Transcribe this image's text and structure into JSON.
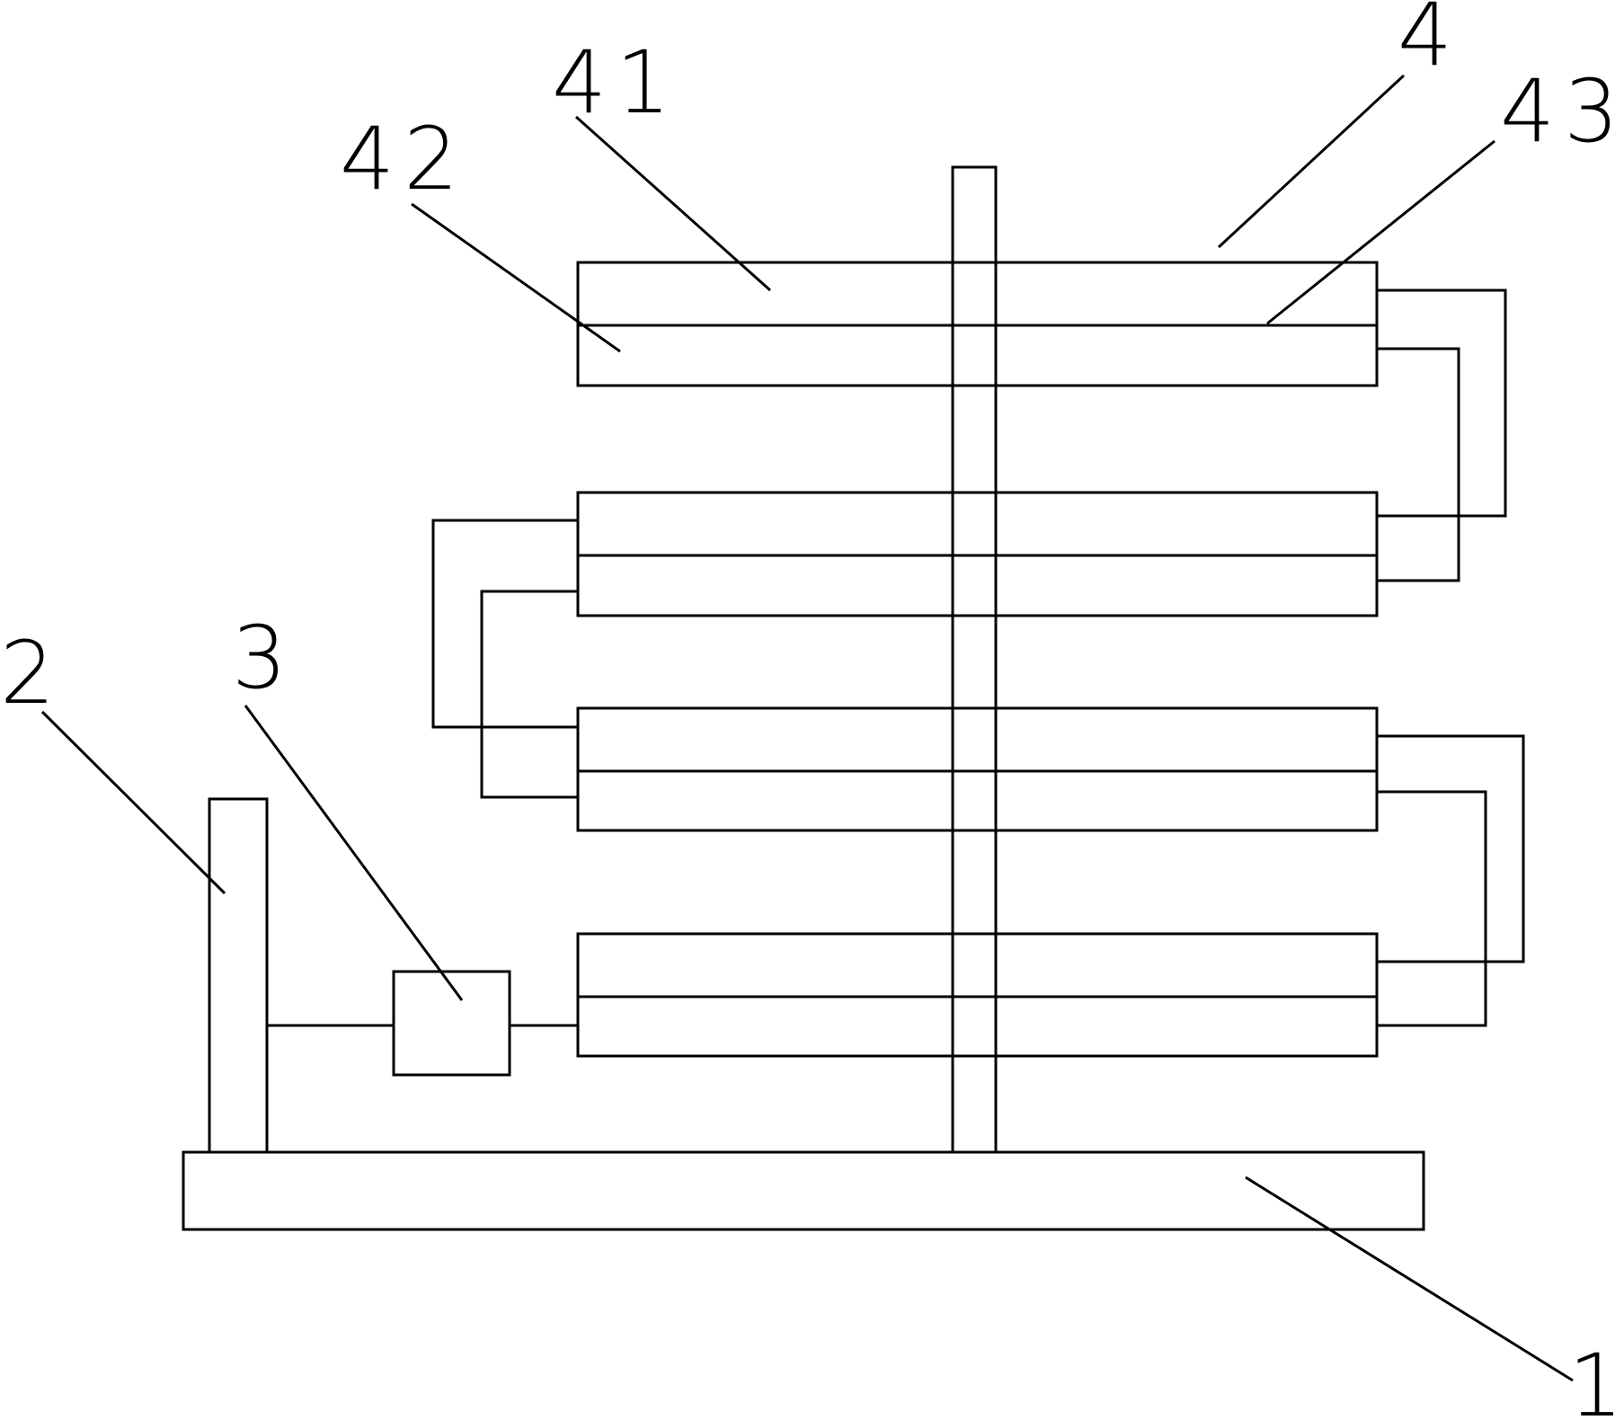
{
  "labels": {
    "base": "1",
    "post": "2",
    "unit": "3",
    "assembly": "4",
    "upper_layer": "41",
    "lower_layer": "42",
    "divider": "43"
  }
}
